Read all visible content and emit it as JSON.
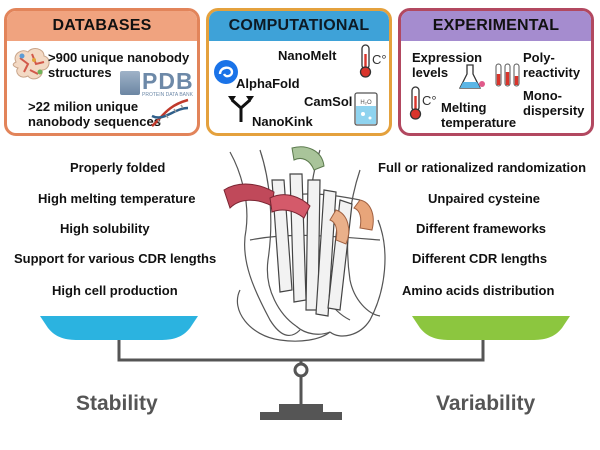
{
  "databases": {
    "title": "DATABASES",
    "item1": ">900 unique nanobody structures",
    "item2": ">22 milion unique nanobody sequences",
    "pdb_logo": "PDB",
    "pdb_sub": "PROTEIN DATA BANK"
  },
  "computational": {
    "title": "COMPUTATIONAL",
    "tools": [
      "NanoMelt",
      "AlphaFold",
      "CamSol",
      "NanoKink"
    ],
    "thermo_unit": "C°"
  },
  "experimental": {
    "title": "EXPERIMENTAL",
    "items": [
      "Expression levels",
      "Poly-reactivity",
      "Mono-dispersity",
      "Melting temperature"
    ],
    "thermo_unit": "C°"
  },
  "stability": {
    "caption": "Stability",
    "items": [
      "Properly folded",
      "High melting temperature",
      "High solubility",
      "Support for various CDR lengths",
      "High cell production"
    ]
  },
  "variability": {
    "caption": "Variability",
    "items": [
      "Full or rationalized randomization",
      "Unpaired cysteine",
      "Different frameworks",
      "Different CDR lengths",
      "Amino acids distribution"
    ]
  },
  "colors": {
    "stability_pan": "#2bb3e0",
    "variability_pan": "#8cc63f",
    "balance": "#555555"
  }
}
